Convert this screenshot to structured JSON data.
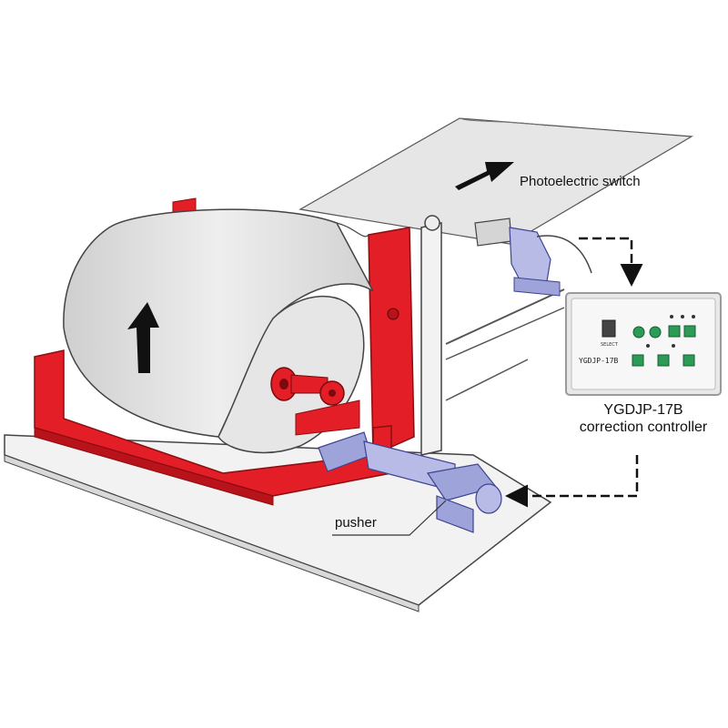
{
  "labels": {
    "photoelectric_switch": "Photoelectric switch",
    "pusher": "pusher",
    "controller_model": "YGDJP-17B",
    "controller_name": "correction controller"
  },
  "controller_panel": {
    "model_text": "YGDJP-17B"
  },
  "colors": {
    "frame_red": "#e41e26",
    "paper_gray": "#d8d8d8",
    "actuator_blue": "#9ea3d9",
    "controller_green": "#2c9b55",
    "arrow_black": "#111111"
  },
  "icons": {
    "web_direction": "arrow-right-icon",
    "roll_direction": "arrow-up-icon",
    "signal_flow": "arrow-down-icon"
  }
}
